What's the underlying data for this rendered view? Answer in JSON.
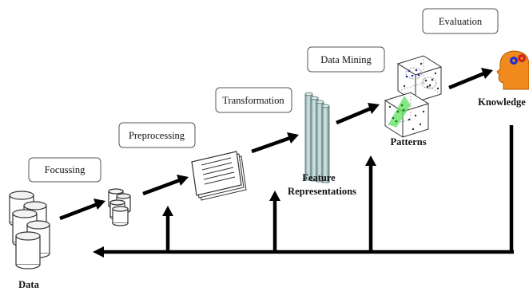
{
  "steps": {
    "focussing": "Focussing",
    "preprocessing": "Preprocessing",
    "transformation": "Transformation",
    "data_mining": "Data Mining",
    "evaluation": "Evaluation"
  },
  "nodes": {
    "data": "Data",
    "feature_line1": "Feature",
    "feature_line2": "Representations",
    "patterns": "Patterns",
    "knowledge": "Knowledge"
  },
  "colors": {
    "arrow": "#000000",
    "box_border": "#555555",
    "rod_fill": "#a9c4c4",
    "pattern_highlight": "#5ee05e",
    "head_fill": "#f08a1c",
    "gear_red": "#d21f1f",
    "gear_blue": "#1f2fd2"
  },
  "icons": {
    "data_store": "database-cylinders-icon",
    "processed_store": "small-cylinders-icon",
    "documents": "document-stack-icon",
    "features": "feature-rods-icon",
    "patterns": "pattern-cubes-icon",
    "knowledge": "head-gears-icon"
  }
}
